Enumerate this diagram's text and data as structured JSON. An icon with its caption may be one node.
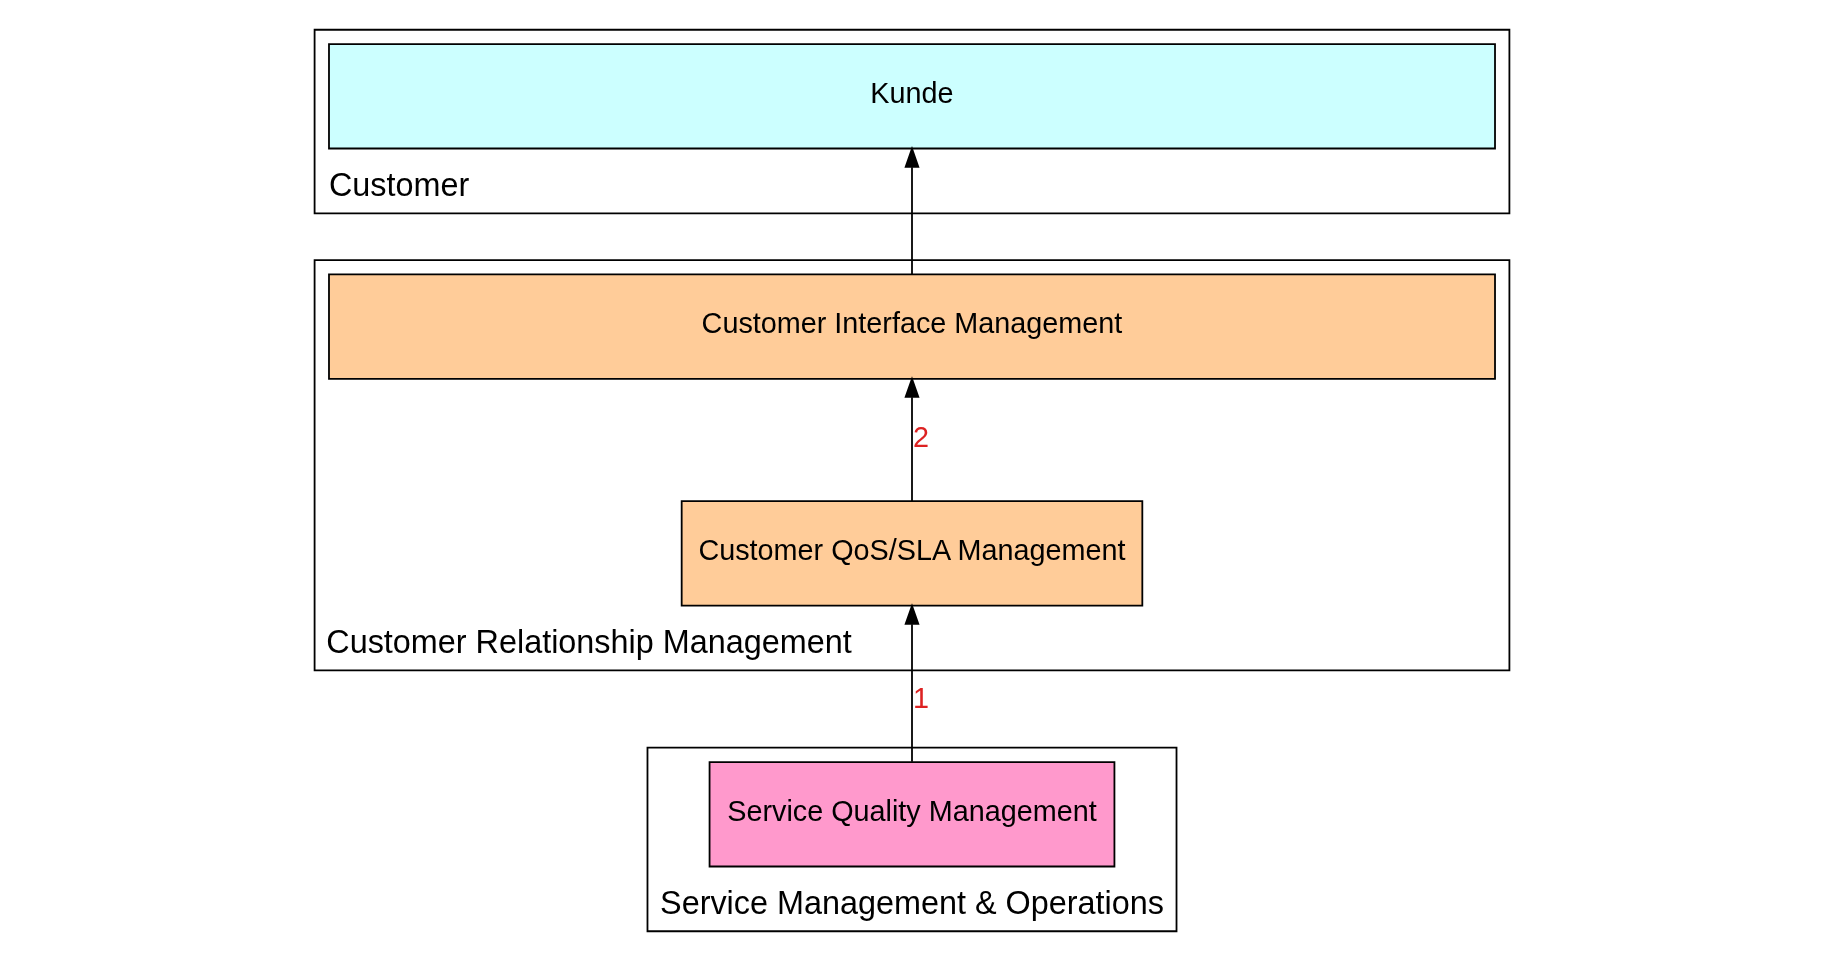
{
  "diagram": {
    "nodes": [
      {
        "text": [
          "Customer"
        ]
      },
      {
        "text": [
          "Kunde"
        ],
        "in": 0
      },
      {
        "text": [
          "Customer Relationship Management"
        ]
      },
      {
        "text": [
          "Customer Interface Management"
        ],
        "in": 2
      },
      {
        "text": [
          "Customer QoS/SLA Management"
        ],
        "in": 2
      },
      {
        "text": [
          "Service Management & Operations"
        ]
      },
      {
        "text": [
          "Service Quality Management"
        ],
        "in": 5
      }
    ],
    "edges": [
      {
        "from": 6,
        "to": 4,
        "arrow": "to",
        "label": "1"
      },
      {
        "from": 4,
        "to": 3,
        "arrow": "to",
        "label": "2"
      },
      {
        "from": 3,
        "to": 1,
        "arrow": "to"
      }
    ]
  }
}
